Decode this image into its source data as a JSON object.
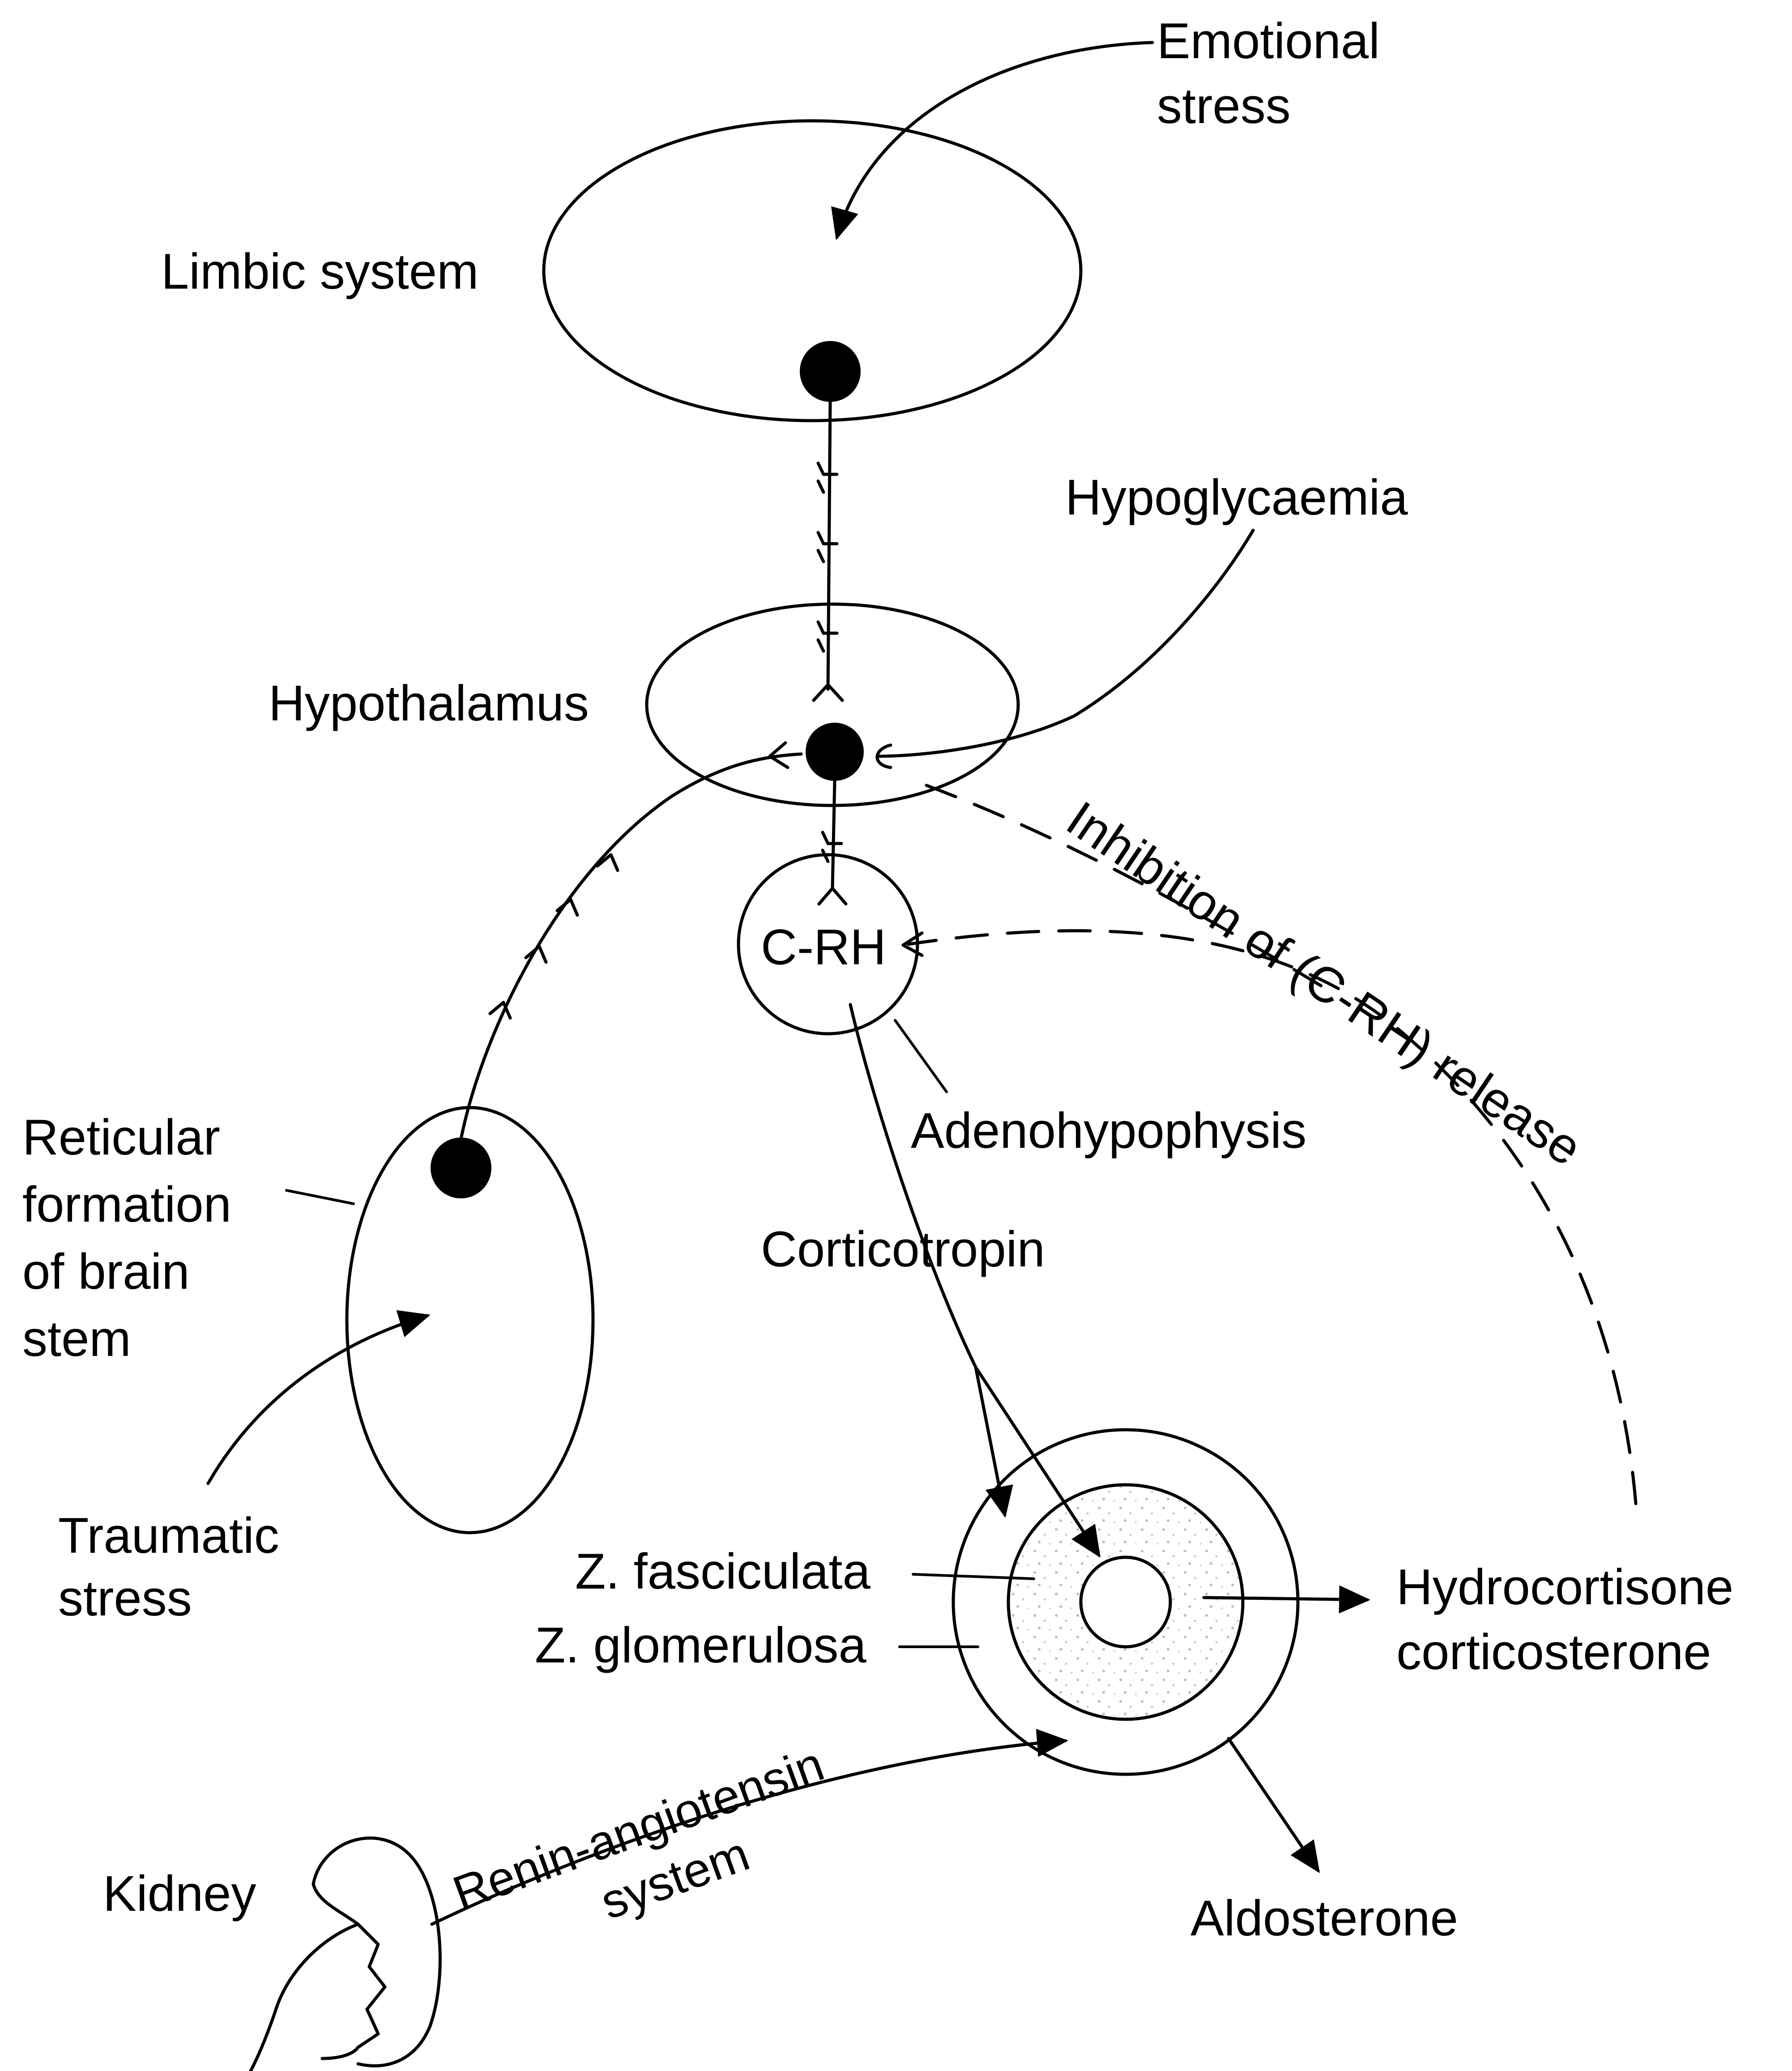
{
  "labels": {
    "emotional_stress": [
      "Emotional",
      "stress"
    ],
    "limbic_system": "Limbic system",
    "hypoglycaemia": "Hypoglycaemia",
    "hypothalamus": "Hypothalamus",
    "inhibition": "Inhibition of (C-RH) release",
    "crh": "C-RH",
    "adenohypophysis": "Adenohypophysis",
    "reticular_formation": [
      "Reticular",
      "formation",
      "of brain",
      "stem"
    ],
    "corticotropin": "Corticotropin",
    "traumatic_stress": [
      "Traumatic",
      "stress"
    ],
    "z_fasciculata": "Z. fasciculata",
    "z_glomerulosa": "Z. glomerulosa",
    "hydrocortisone": [
      "Hydrocortisone",
      "corticosterone"
    ],
    "renin_angiotensin": "Renin-angiotensin",
    "renin_system": "system",
    "kidney": "Kidney",
    "aldosterone": "Aldosterone"
  },
  "colors": {
    "ink": "#000000",
    "paper": "#ffffff",
    "cortex_stipple": "#bdbdbd"
  }
}
